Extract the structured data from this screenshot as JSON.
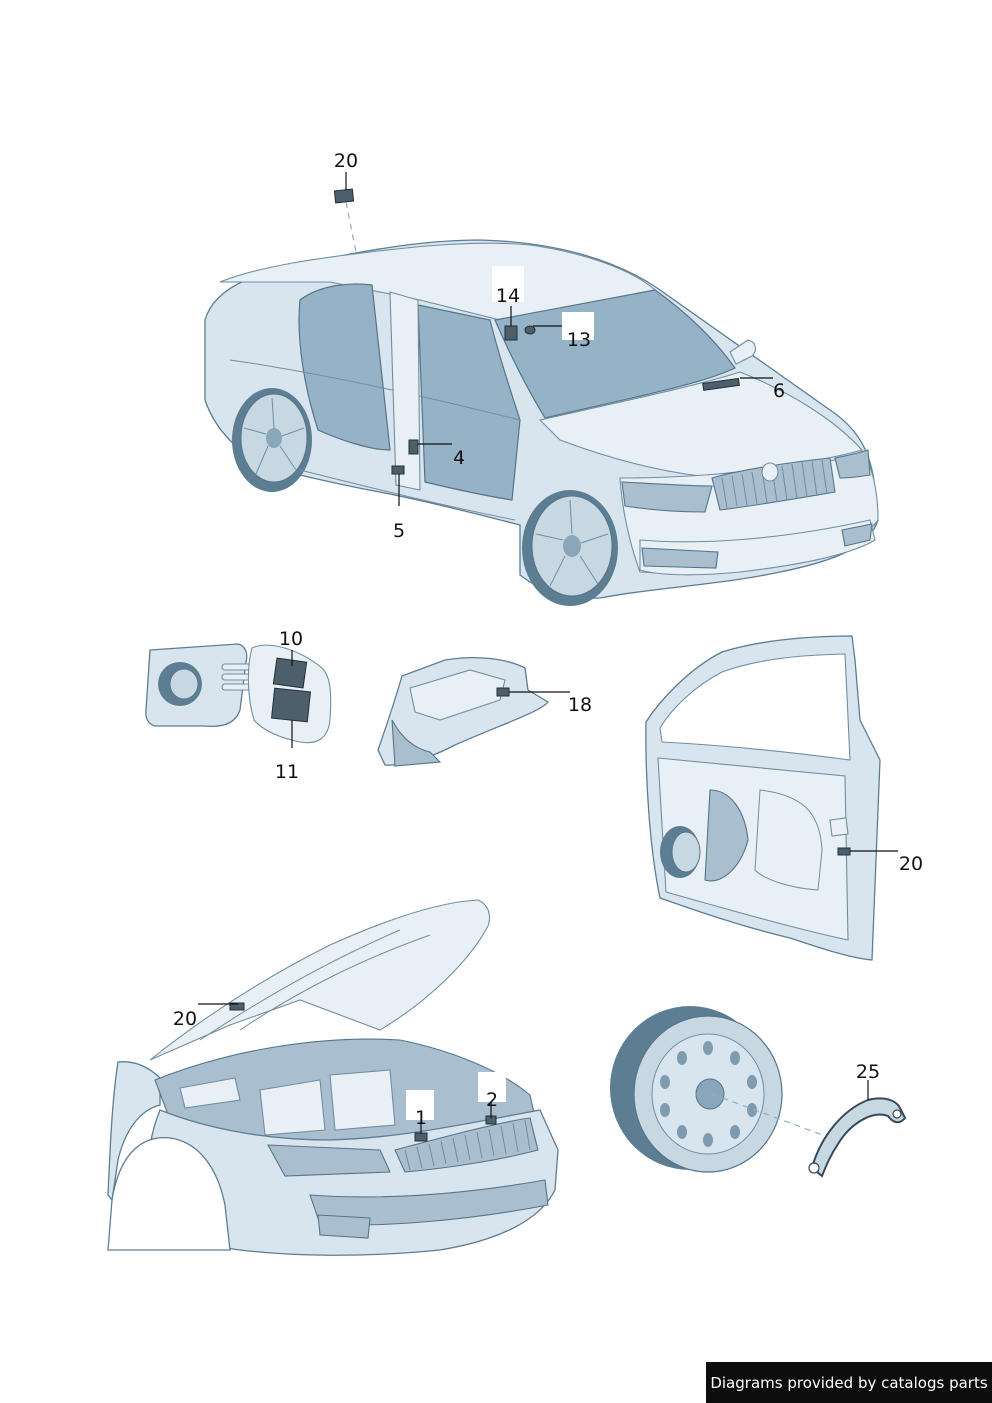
{
  "callouts": {
    "c20_roof": "20",
    "c14": "14",
    "c13": "13",
    "c6": "6",
    "c4": "4",
    "c5": "5",
    "c10": "10",
    "c11": "11",
    "c18": "18",
    "c20_door": "20",
    "c20_hood": "20",
    "c1": "1",
    "c2": "2",
    "c25": "25"
  },
  "footer": {
    "text": "Diagrams provided by catalogs parts"
  },
  "colors": {
    "body": "#d9e5ee",
    "glass": "#95b2c6",
    "outline": "#5d7d93",
    "footer_bg": "#0d0d0d"
  }
}
